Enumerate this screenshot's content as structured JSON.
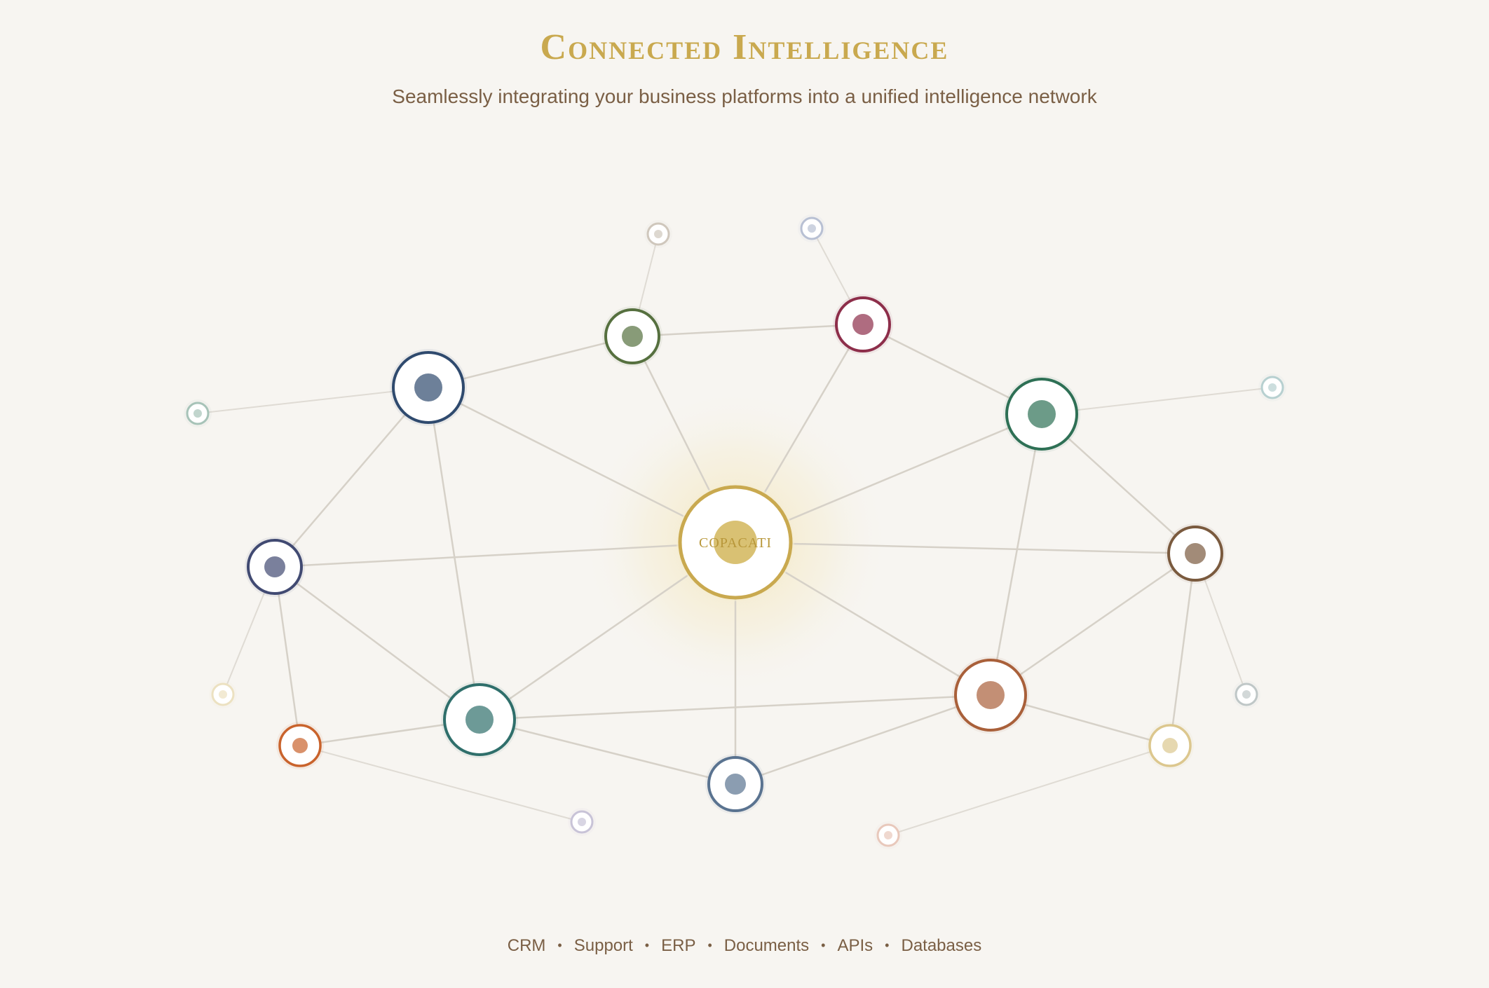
{
  "header": {
    "title": "Connected Intelligence",
    "subtitle": "Seamlessly integrating your business platforms into a unified intelligence network"
  },
  "hub": {
    "label": "COPACATI",
    "color": "#c9a94f"
  },
  "nodes": [
    {
      "id": "n1",
      "color": "#2f4a6e",
      "tier": "large"
    },
    {
      "id": "n2",
      "color": "#56703f",
      "tier": "medium"
    },
    {
      "id": "n3",
      "color": "#8d2e4a",
      "tier": "medium"
    },
    {
      "id": "n4",
      "color": "#2e7055",
      "tier": "large"
    },
    {
      "id": "n5",
      "color": "#414a72",
      "tier": "medium"
    },
    {
      "id": "n6",
      "color": "#7a5a3e",
      "tier": "medium"
    },
    {
      "id": "n7",
      "color": "#2f6f6b",
      "tier": "large"
    },
    {
      "id": "n8",
      "color": "#a9603a",
      "tier": "large"
    },
    {
      "id": "n9",
      "color": "#5a7390",
      "tier": "medium"
    },
    {
      "id": "n10",
      "color": "#c9632c",
      "tier": "small"
    },
    {
      "id": "n11",
      "color": "#dcc78e",
      "tier": "small"
    },
    {
      "id": "s1",
      "color": "#cfc7bc",
      "tier": "tiny"
    },
    {
      "id": "s2",
      "color": "#b8c0d3",
      "tier": "tiny"
    },
    {
      "id": "s3",
      "color": "#a7c3b8",
      "tier": "tiny"
    },
    {
      "id": "s4",
      "color": "#b7d0d0",
      "tier": "tiny"
    },
    {
      "id": "s5",
      "color": "#ece1c1",
      "tier": "tiny"
    },
    {
      "id": "s6",
      "color": "#bfc7c7",
      "tier": "tiny"
    },
    {
      "id": "s7",
      "color": "#c8c3d7",
      "tier": "tiny"
    },
    {
      "id": "s8",
      "color": "#e8c8bb",
      "tier": "tiny"
    }
  ],
  "links": [
    [
      "hub",
      "n1"
    ],
    [
      "hub",
      "n2"
    ],
    [
      "hub",
      "n3"
    ],
    [
      "hub",
      "n4"
    ],
    [
      "hub",
      "n5"
    ],
    [
      "hub",
      "n6"
    ],
    [
      "hub",
      "n7"
    ],
    [
      "hub",
      "n8"
    ],
    [
      "hub",
      "n9"
    ],
    [
      "n1",
      "n2"
    ],
    [
      "n2",
      "n3"
    ],
    [
      "n3",
      "n4"
    ],
    [
      "n1",
      "n5"
    ],
    [
      "n1",
      "n7"
    ],
    [
      "n5",
      "n7"
    ],
    [
      "n5",
      "n10"
    ],
    [
      "n10",
      "n7"
    ],
    [
      "n7",
      "n8"
    ],
    [
      "n7",
      "n9"
    ],
    [
      "n9",
      "n8"
    ],
    [
      "n8",
      "n4"
    ],
    [
      "n4",
      "n6"
    ],
    [
      "n6",
      "n8"
    ],
    [
      "n6",
      "n11"
    ],
    [
      "n8",
      "n11"
    ],
    [
      "n2",
      "s1"
    ],
    [
      "n3",
      "s2"
    ],
    [
      "n1",
      "s3"
    ],
    [
      "n4",
      "s4"
    ],
    [
      "n5",
      "s5"
    ],
    [
      "n6",
      "s6"
    ],
    [
      "n10",
      "s7"
    ],
    [
      "n11",
      "s8"
    ]
  ],
  "footer": {
    "items": [
      "CRM",
      "Support",
      "ERP",
      "Documents",
      "APIs",
      "Databases"
    ],
    "separator": "•"
  }
}
